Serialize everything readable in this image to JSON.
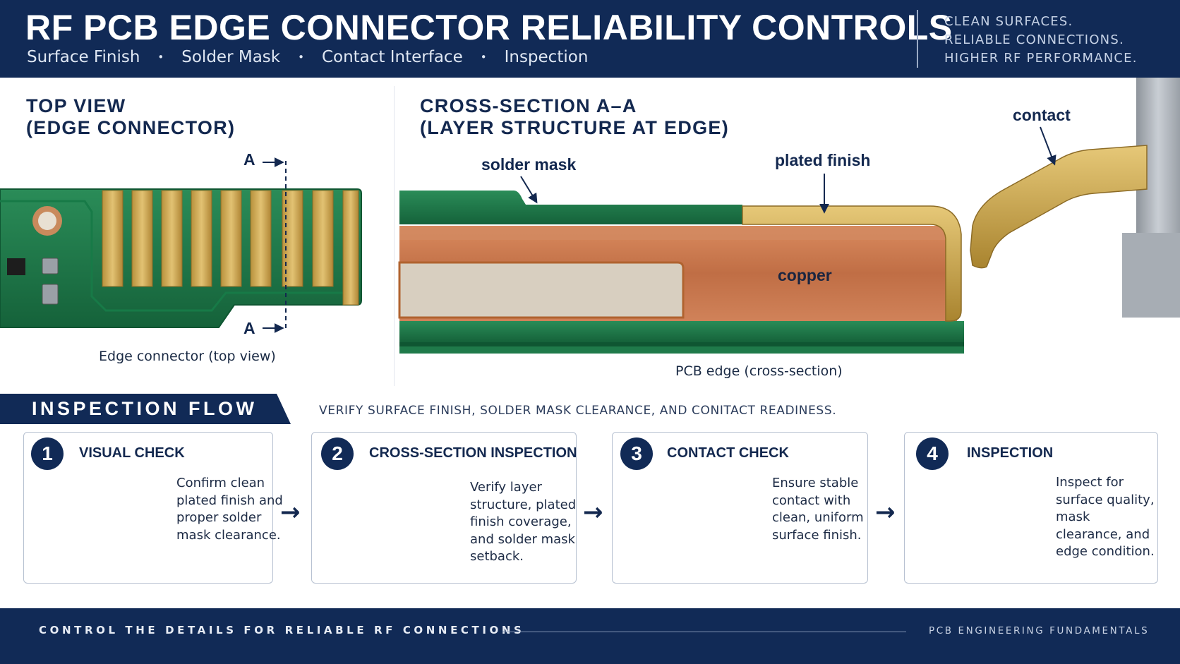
{
  "header": {
    "title": "RF PCB EDGE CONNECTOR RELIABILITY CONTROLS",
    "subtitle_items": [
      "Surface Finish",
      "Solder Mask",
      "Contact Interface",
      "Inspection"
    ],
    "separator": "•",
    "tagline": [
      "CLEAN SURFACES.",
      "RELIABLE CONNECTIONS.",
      "HIGHER RF PERFORMANCE."
    ]
  },
  "top_view": {
    "title_line1": "TOP VIEW",
    "title_line2": "(EDGE CONNECTOR)",
    "section_marker": "A",
    "caption": "Edge connector (top view)"
  },
  "cross_section": {
    "title_line1": "CROSS-SECTION A–A",
    "title_line2": "(LAYER STRUCTURE AT EDGE)",
    "labels": {
      "solder_mask": "solder mask",
      "plated_finish": "plated finish",
      "contact": "contact",
      "copper": "copper"
    },
    "caption": "PCB edge (cross-section)"
  },
  "inspection_flow": {
    "title": "INSPECTION FLOW",
    "subtitle": "VERIFY SURFACE FINISH, SOLDER MASK CLEARANCE, AND CONITACT READINESS.",
    "steps": [
      {
        "number": "1",
        "title": "VISUAL CHECK",
        "text": "Confirm clean plated finish and proper solder mask clearance."
      },
      {
        "number": "2",
        "title": "CROSS-SECTION INSPECTION",
        "text": "Verify layer structure, plated finish coverage, and solder mask setback."
      },
      {
        "number": "3",
        "title": "CONTACT CHECK",
        "text": "Ensure stable contact with clean, uniform surface finish."
      },
      {
        "number": "4",
        "title": "INSPECTION",
        "text": "Inspect for surface quality, mask clearance, and edge condition."
      }
    ]
  },
  "footer": {
    "left": "CONTROL THE DETAILS FOR RELIABLE RF CONNECTIONS",
    "right": "PCB ENGINEERING FUNDAMENTALS"
  },
  "colors": {
    "navy": "#112a56",
    "pcb_green": "#1f7a4a",
    "gold": "#c9a24a",
    "copper": "#c8744a",
    "substrate": "#d8cfc0"
  }
}
